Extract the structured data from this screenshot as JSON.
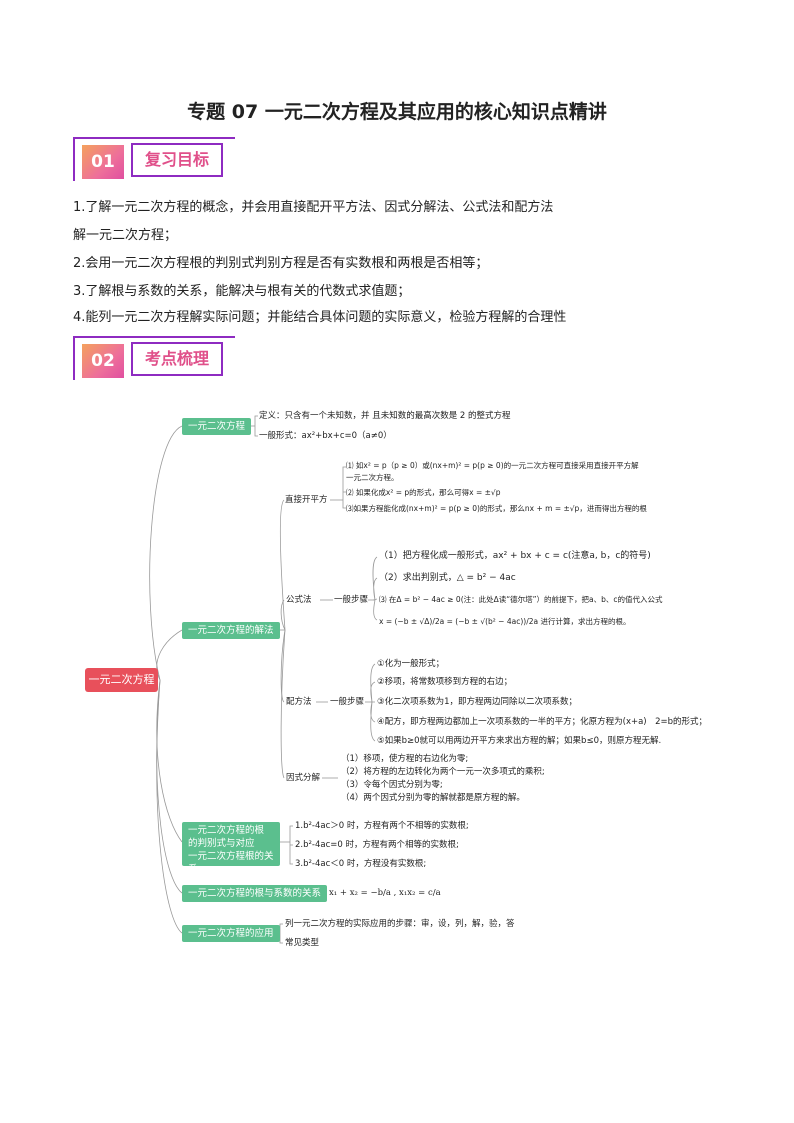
{
  "title": "专题 07 一元二次方程及其应用的核心知识点精讲",
  "sec1": {
    "num": "01",
    "label": "复习目标"
  },
  "sec2": {
    "num": "02",
    "label": "考点梳理"
  },
  "objectives": [
    "1.了解一元二次方程的概念，并会用直接配开平方法、因式分解法、公式法和配方法",
    "解一元二次方程；",
    "2.会用一元二次方程根的判别式判别方程是否有实数根和两根是否相等；",
    "3.了解根与系数的关系，能解决与根有关的代数式求值题；",
    "4.能列一元二次方程解实际问题；并能结合具体问题的实际意义，检验方程解的合理性"
  ],
  "map": {
    "root": "一元二次方程",
    "b1": {
      "label": "一元二次方程",
      "def": "定义：只含有一个未知数，并 且未知数的最高次数是 2 的整式方程",
      "form": "一般形式：ax²+bx+c=0（a≠0）"
    },
    "b2": {
      "label": "一元二次方程的解法",
      "direct": {
        "label": "直接开平方",
        "l1": "⑴ 如x² = p（p ≥ 0）或(nx+m)² = p(p ≥ 0)的一元二次方程可直接采用直接开平方解",
        "l1b": "一元二次方程。",
        "l2": "⑵ 如果化成x² = p的形式，那么可得x = ±√p",
        "l3": "⑶如果方程能化成(nx+m)² = p(p ≥ 0)的形式，那么nx + m = ±√p，进而得出方程的根"
      },
      "formula": {
        "label": "公式法",
        "step": "一般步骤",
        "l1": "（1）把方程化成一般形式，ax² + bx + c = c(注意a, b，c的符号)",
        "l2": "（2）求出判别式，△ = b² − 4ac",
        "l3": "⑶ 在Δ = b² − 4ac ≥ 0(注：此处Δ读“德尔塔”）的前提下，把a、b、c的值代入公式",
        "l4": "x = (−b ± √Δ)/2a = (−b ± √(b² − 4ac))/2a 进行计算，求出方程的根。"
      },
      "square": {
        "label": "配方法",
        "step": "一般步骤",
        "l1": "①化为一般形式；",
        "l2": "②移项，将常数项移到方程的右边；",
        "l3": "③化二次项系数为1，即方程两边同除以二次项系数；",
        "l4": "④配方，即方程两边都加上一次项系数的一半的平方；化原方程为(x+a)　2=b的形式；",
        "l5": "⑤如果b≥0就可以用两边开平方来求出方程的解；如果b≤0，则原方程无解."
      },
      "factor": {
        "label": "因式分解",
        "l1": "（1）移项，使方程的右边化为零;",
        "l2": "（2）将方程的左边转化为两个一元一次多项式的乘积;",
        "l3": "（3）令每个因式分别为零;",
        "l4": "（4）两个因式分别为零的解就都是原方程的解。"
      }
    },
    "b3": {
      "label1": "一元二次方程的根",
      "label2": "的判别式与对应",
      "label3": "一元二次方程根的关系",
      "l1": "1.b²-4ac＞0 时，方程有两个不相等的实数根;",
      "l2": "2.b²-4ac=0 时，方程有两个相等的实数根;",
      "l3": "3.b²-4ac＜0 时，方程没有实数根;"
    },
    "b4": {
      "label": "一元二次方程的根与系数的关系",
      "formula": "x₁ + x₂ = −b/a , x₁x₂ = c/a"
    },
    "b5": {
      "label": "一元二次方程的应用",
      "l1": "列一元二次方程的实际应用的步骤：审，设，列，解，验，答",
      "l2": "常见类型"
    }
  }
}
